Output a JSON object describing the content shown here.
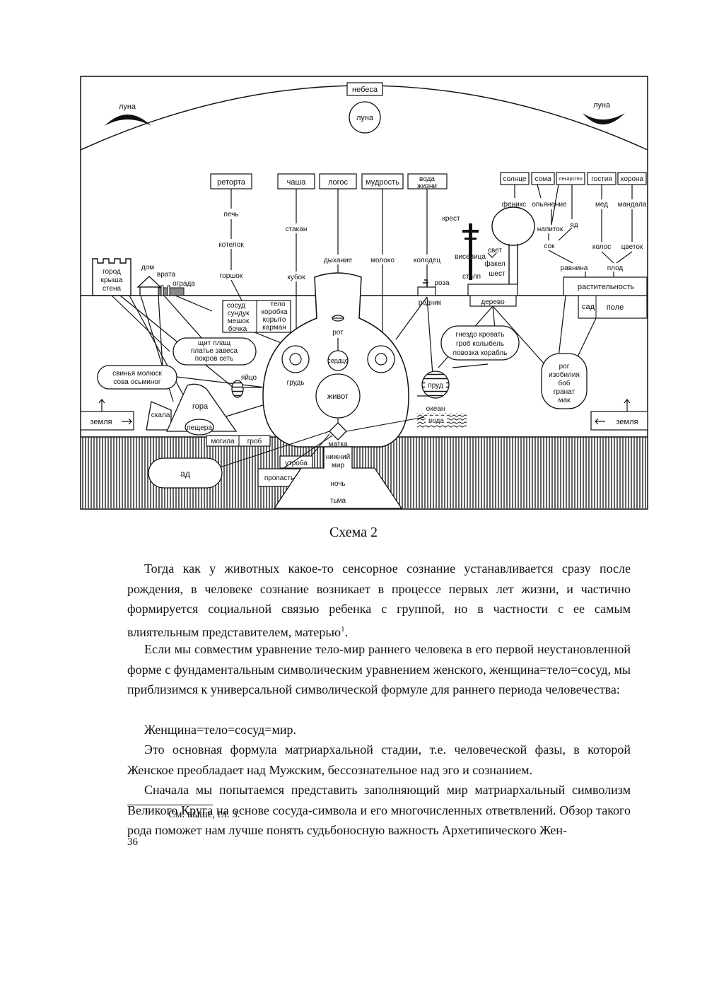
{
  "diagram": {
    "labels": {
      "nebesa": "небеса",
      "luna_left": "луна",
      "luna_center": "луна",
      "luna_right": "луна",
      "retorta": "реторта",
      "chasha": "чаша",
      "logos": "логос",
      "mudrost": "мудрость",
      "voda_zhizni_1": "вода",
      "voda_zhizni_2": "жизни",
      "solnce": "солнце",
      "soma": "сома",
      "lekarstvo": "лекарство",
      "gostiya": "гостия",
      "korona": "корона",
      "pech": "печь",
      "kotelok": "котелок",
      "gorshok": "горшок",
      "stakan": "стакан",
      "kubok": "кубок",
      "dyhanie": "дыхание",
      "moloko": "молоко",
      "kolodec": "колодец",
      "krest": "крест",
      "viselica": "виселица",
      "stolp": "столп",
      "svet": "свет",
      "fakel": "факел",
      "shest": "шест",
      "roza": "роза",
      "rodnik": "родник",
      "derevo": "дерево",
      "feniks": "феникс",
      "opyanenie": "опьянение",
      "napitok": "напиток",
      "yad": "яд",
      "sok": "сок",
      "med": "мед",
      "mandala": "мандала",
      "kolos": "колос",
      "cvetok": "цветок",
      "ravnina": "равнина",
      "plod": "плод",
      "rastitelnost": "растительность",
      "sad": "сад",
      "pole": "поле",
      "gorod": "город",
      "krysha": "крыша",
      "stena": "стена",
      "dom": "дом",
      "vrata": "врата",
      "ograda": "ограда",
      "sosud": "сосуд",
      "sunduk": "сундук",
      "meshok": "мешок",
      "bochka": "бочка",
      "telo": "тело",
      "korobka": "коробка",
      "koryto": "корыто",
      "karman": "карман",
      "shchit_line": "щит плащ",
      "plate_line": "платье завеса",
      "pokrov_line": "покров сеть",
      "svinya_line": "свинья молюск",
      "sova_line": "сова осьминог",
      "yaico": "яйцо",
      "rot": "рот",
      "serdce": "сердце",
      "grud": "грудь",
      "zhivot": "живот",
      "gnezdo_line": "гнездо кровать",
      "grob_line": "гроб колыбель",
      "povozka_line": "повозка корабль",
      "prud": "пруд",
      "okean": "океан",
      "voda": "вода",
      "rog": "рог",
      "izobiliya": "изобилия",
      "bob": "боб",
      "granat": "гранат",
      "mak": "мак",
      "zemlya_left": "земля",
      "zemlya_right": "земля",
      "skala": "скала",
      "gora": "гора",
      "peshchera": "пещера",
      "mogila": "могила",
      "grob": "гроб",
      "ad": "ад",
      "utroba": "утроба",
      "propast": "пропасть",
      "matka": "матка",
      "nizhniy": "нижний",
      "mir": "мир",
      "noch": "ночь",
      "tma": "тьма"
    }
  },
  "caption": "Схема 2",
  "paragraphs": [
    "Тогда как у животных какое-то сенсорное сознание устанавливается сразу после рождения, в человеке сознание возникает в процессе первых лет жизни, и частично формируется социальной связью ребенка с группой, но в частности с ее самым влиятельным представителем, матерью",
    "Если мы совместим уравнение тело-мир раннего человека в его первой неустановленной форме с фундаментальным символическим уравнением женского, женщина=тело=сосуд, мы приблизимся к универсальной символической формуле для раннего периода человечества:",
    "Женщина=тело=сосуд=мир.",
    "Это основная формула матриархальной стадии, т.е. человеческой фазы, в которой Женское преобладает над Мужским, бессознательное над эго и сознанием.",
    "Сначала мы попытаемся представить заполняющий мир матриархальный символизм Великого Круга на основе сосуда-символа и его многочисленных ответвлений. Обзор такого рода поможет нам лучше понять судьбоносную важность Архетипического Жен-"
  ],
  "footnote_ref": "1",
  "footnote": {
    "number": "1",
    "text": "См. выше, гл. 3."
  },
  "page_number": "36"
}
